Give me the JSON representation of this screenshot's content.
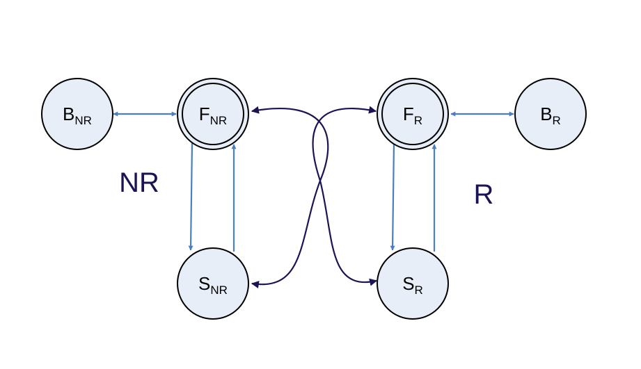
{
  "colors": {
    "node_fill": "#e8eef8",
    "node_stroke": "#000000",
    "edge_blue": "#4a7dc2",
    "edge_navy": "#1a1454",
    "region_label": "#1a1454"
  },
  "regions": {
    "nr_label": "NR",
    "r_label": "R"
  },
  "nodes": {
    "b_nr": {
      "main": "B",
      "sub": "NR",
      "double": false
    },
    "f_nr": {
      "main": "F",
      "sub": "NR",
      "double": true
    },
    "s_nr": {
      "main": "S",
      "sub": "NR",
      "double": false
    },
    "f_r": {
      "main": "F",
      "sub": "R",
      "double": true
    },
    "b_r": {
      "main": "B",
      "sub": "R",
      "double": false
    },
    "s_r": {
      "main": "S",
      "sub": "R",
      "double": false
    }
  },
  "edges": [
    {
      "from": "b_nr",
      "to": "f_nr",
      "style": "blue",
      "direction": "both"
    },
    {
      "from": "f_nr",
      "to": "s_nr",
      "style": "blue",
      "direction": "forward"
    },
    {
      "from": "s_nr",
      "to": "f_nr",
      "style": "blue",
      "direction": "forward"
    },
    {
      "from": "f_r",
      "to": "b_r",
      "style": "blue",
      "direction": "both"
    },
    {
      "from": "f_r",
      "to": "s_r",
      "style": "blue",
      "direction": "forward"
    },
    {
      "from": "s_r",
      "to": "f_r",
      "style": "blue",
      "direction": "forward"
    },
    {
      "from": "f_nr",
      "to": "s_nr",
      "style": "navy",
      "direction": "both",
      "via": "crossing-curve"
    },
    {
      "from": "f_r",
      "to": "s_r",
      "style": "navy",
      "direction": "both",
      "via": "crossing-curve"
    }
  ]
}
